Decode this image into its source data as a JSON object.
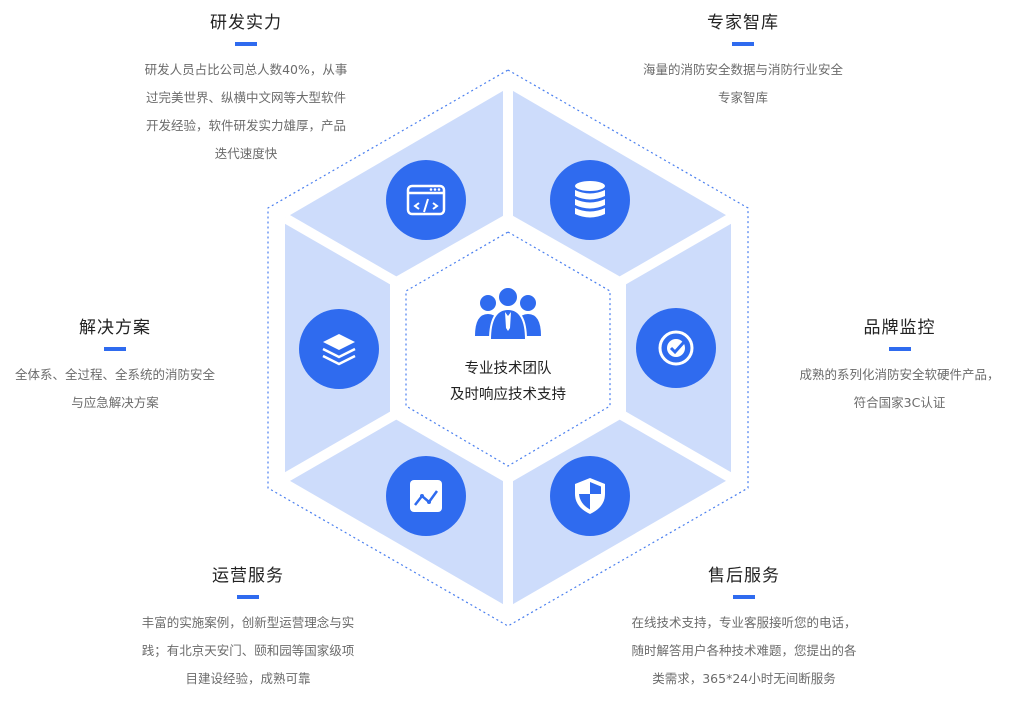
{
  "center": {
    "icon": "team-people-icon",
    "line1": "专业技术团队",
    "line2": "及时响应技术支持"
  },
  "colors": {
    "accent": "#2f6bef",
    "hex_fill": "#cddcfb",
    "dotted": "#4a7fef"
  },
  "blocks": {
    "rd": {
      "title": "研发实力",
      "icon": "code-window-icon",
      "lines": [
        "研发人员占比公司总人数40%，从事",
        "过完美世界、纵横中文网等大型软件",
        "开发经验，软件研发实力雄厚，产品",
        "迭代速度快"
      ]
    },
    "experts": {
      "title": "专家智库",
      "icon": "database-icon",
      "lines": [
        "海量的消防安全数据与消防行业安全",
        "专家智库"
      ]
    },
    "solution": {
      "title": "解决方案",
      "icon": "layers-icon",
      "lines": [
        "全体系、全过程、全系统的消防安全",
        "与应急解决方案"
      ]
    },
    "brand": {
      "title": "品牌监控",
      "icon": "certified-check-icon",
      "lines": [
        "成熟的系列化消防安全软硬件产品，",
        "符合国家3C认证"
      ]
    },
    "ops": {
      "title": "运营服务",
      "icon": "trend-chart-icon",
      "lines": [
        "丰富的实施案例，创新型运营理念与实",
        "践；有北京天安门、颐和园等国家级项",
        "目建设经验，成熟可靠"
      ]
    },
    "after": {
      "title": "售后服务",
      "icon": "shield-icon",
      "lines": [
        "在线技术支持，专业客服接听您的电话，",
        "随时解答用户各种技术难题，您提出的各",
        "类需求，365*24小时无间断服务"
      ]
    }
  }
}
